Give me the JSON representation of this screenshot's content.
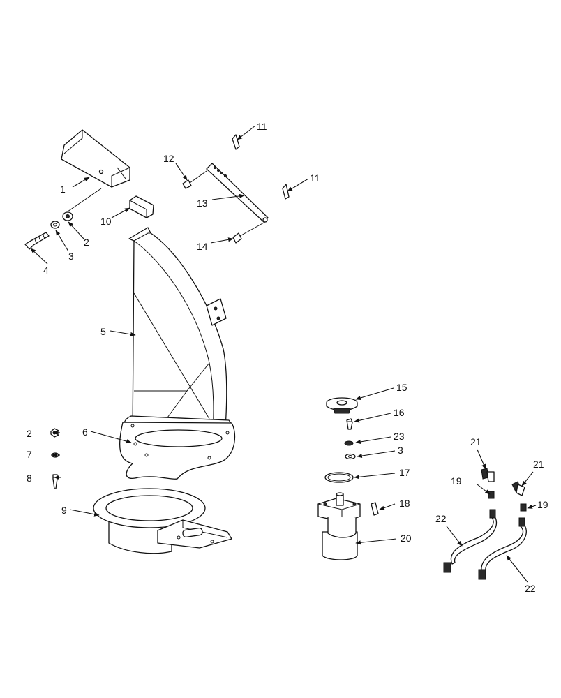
{
  "callouts": {
    "c1": "1",
    "c2a": "2",
    "c2b": "2",
    "c3a": "3",
    "c3b": "3",
    "c4": "4",
    "c5": "5",
    "c6": "6",
    "c7": "7",
    "c8": "8",
    "c9": "9",
    "c10": "10",
    "c11a": "11",
    "c11b": "11",
    "c12": "12",
    "c13": "13",
    "c14": "14",
    "c15": "15",
    "c16": "16",
    "c17": "17",
    "c18": "18",
    "c19a": "19",
    "c19b": "19",
    "c20": "20",
    "c21a": "21",
    "c21b": "21",
    "c22a": "22",
    "c22b": "22",
    "c23": "23"
  }
}
